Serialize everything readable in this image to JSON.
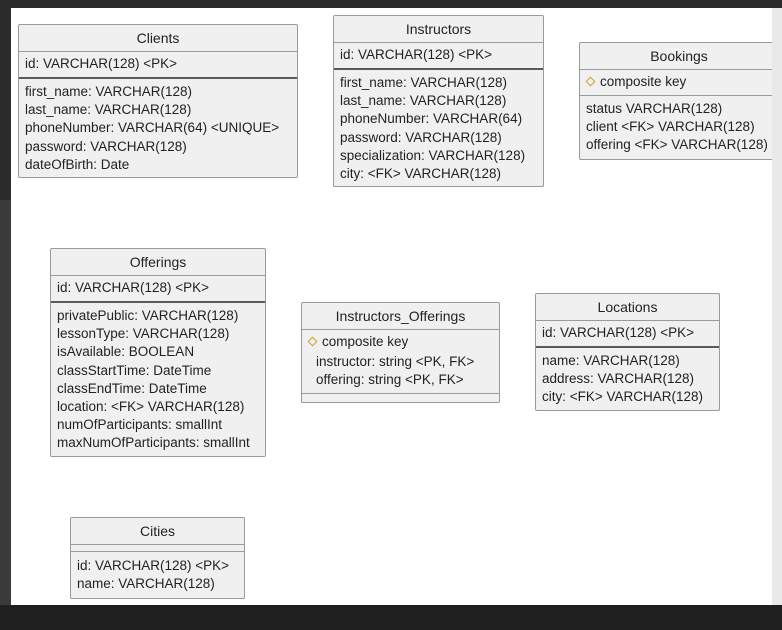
{
  "entities": {
    "clients": {
      "title": "Clients",
      "key": "id: VARCHAR(128) <PK>",
      "attrs": [
        "first_name: VARCHAR(128)",
        "last_name: VARCHAR(128)",
        "phoneNumber: VARCHAR(64) <UNIQUE>",
        "password: VARCHAR(128)",
        "dateOfBirth: Date"
      ]
    },
    "instructors": {
      "title": "Instructors",
      "key": "id: VARCHAR(128) <PK>",
      "attrs": [
        "first_name: VARCHAR(128)",
        "last_name: VARCHAR(128)",
        "phoneNumber: VARCHAR(64)",
        "password: VARCHAR(128)",
        "specialization: VARCHAR(128)",
        "city: <FK> VARCHAR(128)"
      ]
    },
    "bookings": {
      "title": "Bookings",
      "composite": "composite key",
      "attrs": [
        "status VARCHAR(128)",
        "client <FK> VARCHAR(128)",
        "offering <FK> VARCHAR(128)"
      ]
    },
    "offerings": {
      "title": "Offerings",
      "key": "id: VARCHAR(128) <PK>",
      "attrs": [
        "privatePublic: VARCHAR(128)",
        "lessonType: VARCHAR(128)",
        "isAvailable: BOOLEAN",
        "classStartTime: DateTime",
        "classEndTime: DateTime",
        "location: <FK> VARCHAR(128)",
        "numOfParticipants: smallInt",
        "maxNumOfParticipants: smallInt"
      ]
    },
    "instructors_offerings": {
      "title": "Instructors_Offerings",
      "composite": "composite key",
      "attrs": [
        "instructor: string <PK, FK>",
        "offering: string <PK, FK>"
      ]
    },
    "locations": {
      "title": "Locations",
      "key": "id: VARCHAR(128) <PK>",
      "attrs": [
        "name: VARCHAR(128)",
        "address: VARCHAR(128)",
        "city: <FK> VARCHAR(128)"
      ]
    },
    "cities": {
      "title": "Cities",
      "attrs": [
        "id: VARCHAR(128) <PK>",
        "name: VARCHAR(128)"
      ]
    }
  },
  "colors": {
    "canvas": "#ffffff",
    "box_fill": "#f0f0f0",
    "border": "#9a9a9a",
    "diamond": "#c9a227",
    "background": "#2b2b2b"
  }
}
